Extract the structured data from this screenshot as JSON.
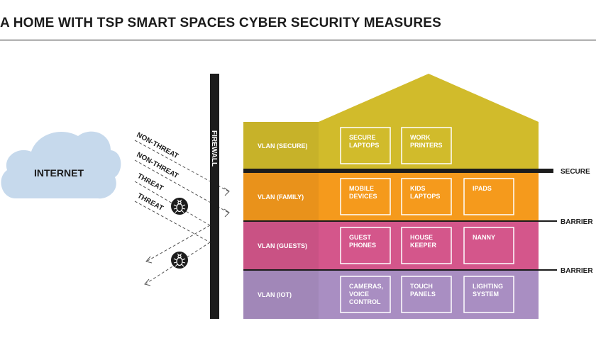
{
  "title": "A HOME WITH TSP SMART SPACES CYBER SECURITY MEASURES",
  "internet": "INTERNET",
  "firewall": "FIREWALL",
  "traffic": [
    "NON-THREAT",
    "NON-THREAT",
    "THREAT",
    "THREAT"
  ],
  "zones": [
    "SECURE",
    "BARRIER",
    "BARRIER"
  ],
  "colors": {
    "secure": "#d1bb2b",
    "family": "#f59a1c",
    "guests": "#d4568b",
    "iot": "#a98ec2",
    "cloud": "#c6d9ec",
    "dark": "#1c1c1c"
  },
  "vlans": [
    {
      "name": "VLAN (SECURE)",
      "devices": [
        [
          "SECURE",
          "LAPTOPS"
        ],
        [
          "WORK",
          "PRINTERS"
        ]
      ]
    },
    {
      "name": "VLAN (FAMILY)",
      "devices": [
        [
          "MOBILE",
          "DEVICES"
        ],
        [
          "KIDS",
          "LAPTOPS"
        ],
        [
          "IPADS"
        ]
      ]
    },
    {
      "name": "VLAN (GUESTS)",
      "devices": [
        [
          "GUEST",
          "PHONES"
        ],
        [
          "HOUSE",
          "KEEPER"
        ],
        [
          "NANNY"
        ]
      ]
    },
    {
      "name": "VLAN (IOT)",
      "devices": [
        [
          "CAMERAS,",
          "VOICE",
          "CONTROL"
        ],
        [
          "TOUCH",
          "PANELS"
        ],
        [
          "LIGHTING",
          "SYSTEM"
        ]
      ]
    }
  ]
}
